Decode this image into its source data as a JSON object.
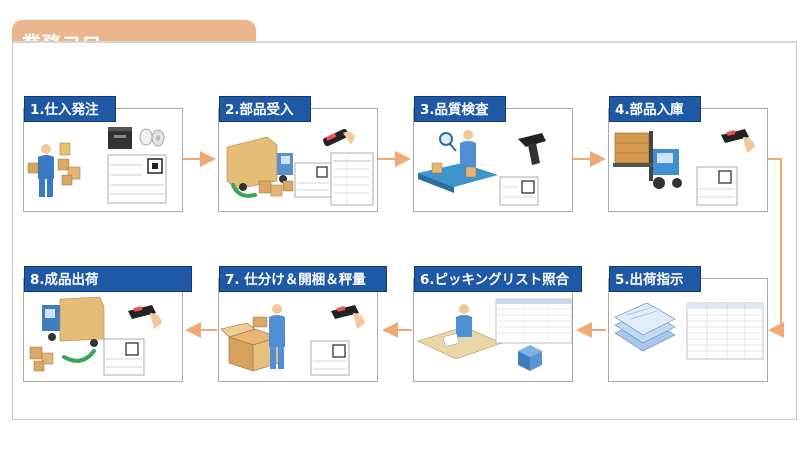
{
  "header": {
    "title": "業務フロー"
  },
  "steps": [
    {
      "label": "1.仕入発注"
    },
    {
      "label": "2.部品受入"
    },
    {
      "label": "3.品質検査"
    },
    {
      "label": "4.部品入庫"
    },
    {
      "label": "5.出荷指示"
    },
    {
      "label": "6.ピッキングリスト照合"
    },
    {
      "label": "7. 仕分け＆開梱＆秤量"
    },
    {
      "label": "8.成品出荷"
    }
  ],
  "colors": {
    "header": "#ebb58e",
    "label_bg": "#1f59a5",
    "arrow": "#f0a875",
    "border": "#a9a9a9"
  }
}
